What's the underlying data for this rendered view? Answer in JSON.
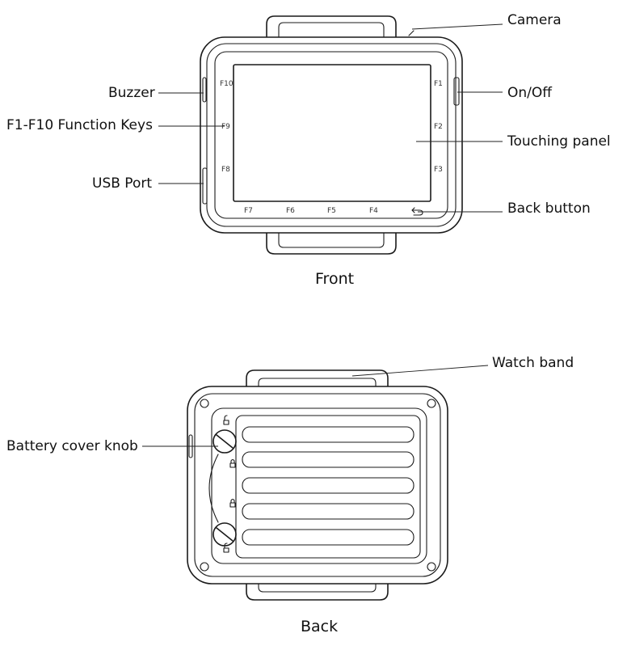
{
  "front": {
    "caption": "Front",
    "callouts": {
      "camera": "Camera",
      "buzzer": "Buzzer",
      "on_off": "On/Off",
      "function_keys": "F1-F10 Function Keys",
      "touch_panel": "Touching panel",
      "usb_port": "USB Port",
      "back_button": "Back button"
    },
    "keys": {
      "f1": "F1",
      "f2": "F2",
      "f3": "F3",
      "f4": "F4",
      "f5": "F5",
      "f6": "F6",
      "f7": "F7",
      "f8": "F8",
      "f9": "F9",
      "f10": "F10"
    }
  },
  "back": {
    "caption": "Back",
    "callouts": {
      "watch_band": "Watch band",
      "battery_knob": "Battery cover knob"
    }
  }
}
